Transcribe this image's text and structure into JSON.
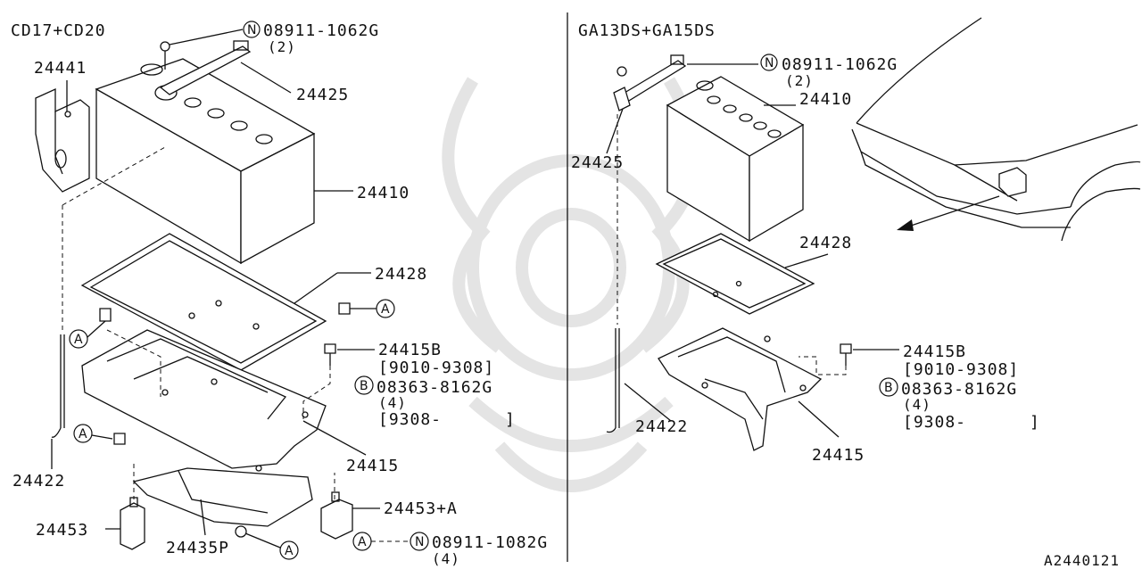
{
  "left_panel": {
    "title": "CD17+CD20",
    "labels": {
      "p24441": "24441",
      "p08911_top": "08911-1062G",
      "qty_top": "(2)",
      "p24425": "24425",
      "p24410": "24410",
      "p24428": "24428",
      "p24415B": "24415B",
      "range1": "[9010-9308]",
      "p08363": "08363-8162G",
      "qty4": "(4)",
      "range2": "[9308-      ]",
      "p24415": "24415",
      "p24422": "24422",
      "p24453A": "24453+A",
      "p24453": "24453",
      "p24435P": "24435P",
      "p08911_bottom": "08911-1082G",
      "qty_bottom": "(4)"
    }
  },
  "right_panel": {
    "title": "GA13DS+GA15DS",
    "labels": {
      "p08911": "08911-1062G",
      "qty2": "(2)",
      "p24410": "24410",
      "p24425": "24425",
      "p24428": "24428",
      "p24415B": "24415B",
      "range1": "[9010-9308]",
      "p08363": "08363-8162G",
      "qty4": "(4)",
      "range2": "[9308-      ]",
      "p24422": "24422",
      "p24415": "24415"
    }
  },
  "markers": {
    "N": "N",
    "A": "A",
    "B": "B"
  },
  "figure_code": "A2440121"
}
